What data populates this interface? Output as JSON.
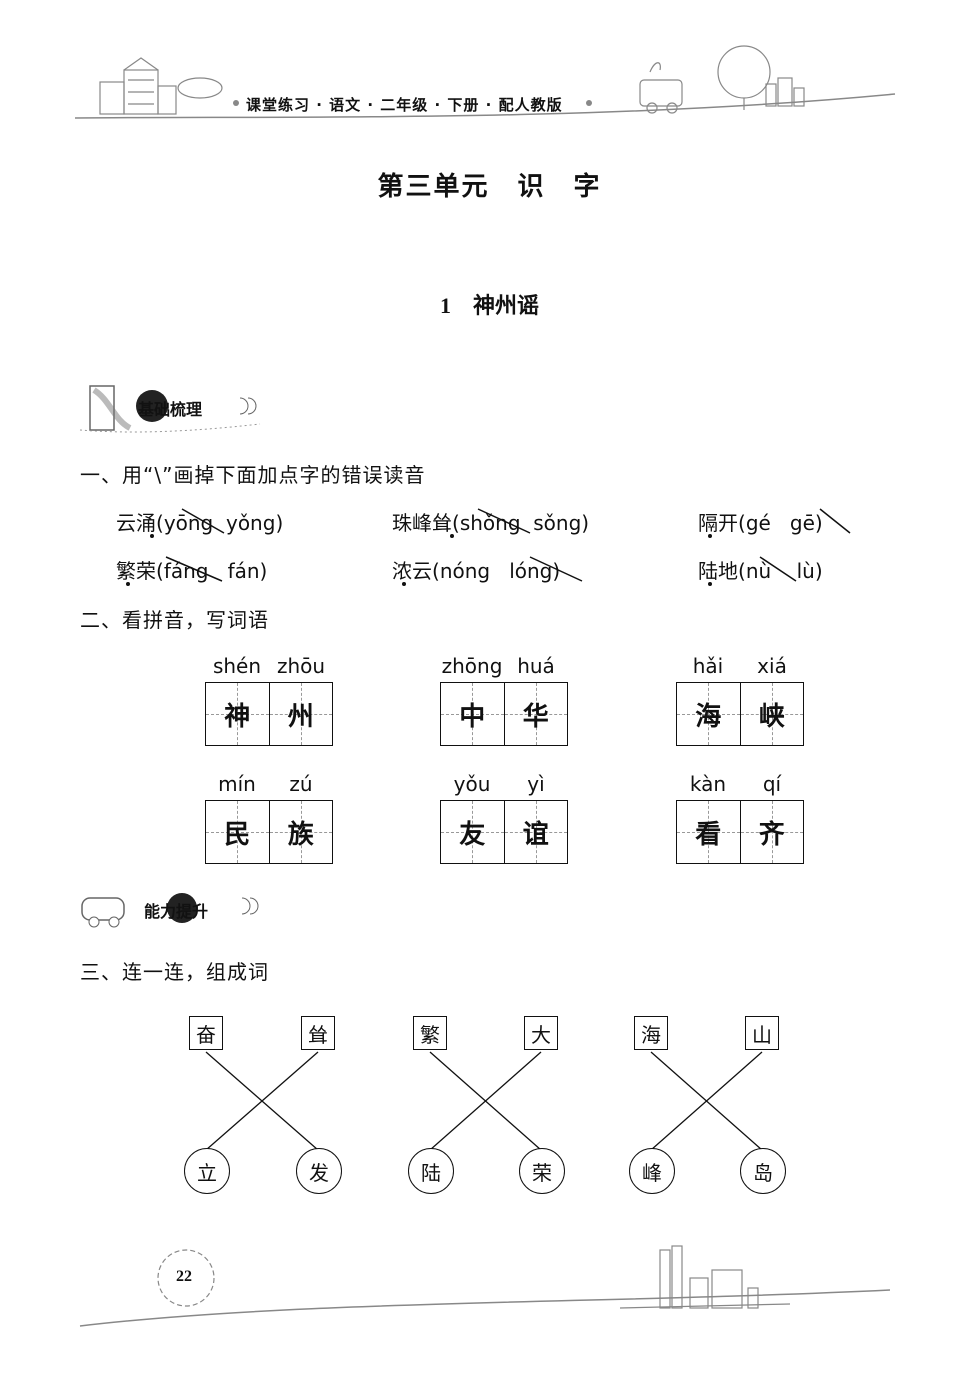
{
  "header": {
    "title": "课堂练习 · 语文 · 二年级 · 下册 · 配人教版"
  },
  "unit_title": "第三单元　识　字",
  "lesson_title": "1　神州谣",
  "badges": {
    "basics": "基础梳理",
    "ability": "能力提升"
  },
  "q1": {
    "title": "一、用“\\”画掉下面加点字的错误读音",
    "items": [
      {
        "word": "云涌",
        "open": "(",
        "p1": "yōng",
        "p2": "yǒng",
        "close": ")"
      },
      {
        "word": "珠峰耸",
        "open": "(",
        "p1": "shǒng",
        "p2": "sǒng",
        "close": ")"
      },
      {
        "word": "隔开",
        "open": "(",
        "p1": "gé",
        "p2": "gē",
        "close": ")"
      },
      {
        "word": "繁荣",
        "open": "(",
        "p1": "fáng",
        "p2": "fán",
        "close": ")"
      },
      {
        "word": "浓云",
        "open": "(",
        "p1": "nóng",
        "p2": "lóng",
        "close": ")"
      },
      {
        "word": "陆地",
        "open": "(",
        "p1": "nù",
        "p2": "lù",
        "close": ")"
      }
    ]
  },
  "q2": {
    "title": "二、看拼音，写词语",
    "items": [
      {
        "py1": "shén",
        "py2": "zhōu",
        "c1": "神",
        "c2": "州"
      },
      {
        "py1": "zhōng",
        "py2": "huá",
        "c1": "中",
        "c2": "华"
      },
      {
        "py1": "hǎi",
        "py2": "xiá",
        "c1": "海",
        "c2": "峡"
      },
      {
        "py1": "mín",
        "py2": "zú",
        "c1": "民",
        "c2": "族"
      },
      {
        "py1": "yǒu",
        "py2": "yì",
        "c1": "友",
        "c2": "谊"
      },
      {
        "py1": "kàn",
        "py2": "qí",
        "c1": "看",
        "c2": "齐"
      }
    ]
  },
  "q3": {
    "title": "三、连一连，组成词",
    "top": [
      "奋",
      "耸",
      "繁",
      "大",
      "海",
      "山"
    ],
    "bottom": [
      "立",
      "发",
      "陆",
      "荣",
      "峰",
      "岛"
    ]
  },
  "page_number": "22"
}
